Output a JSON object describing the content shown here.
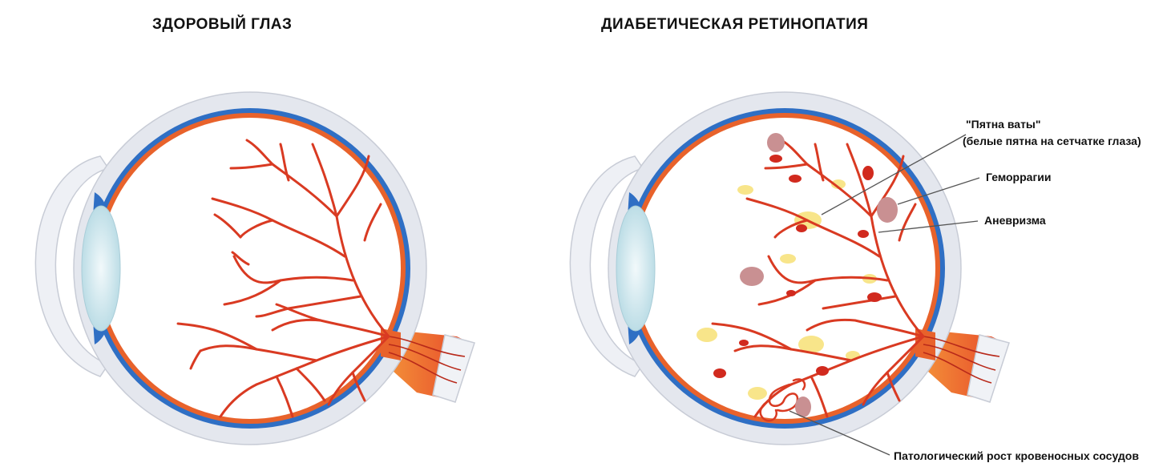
{
  "titles": {
    "healthy": "ЗДОРОВЫЙ ГЛАЗ",
    "diabetic": "ДИАБЕТИЧЕСКАЯ РЕТИНОПАТИЯ"
  },
  "labels": {
    "cotton_wool_title": "\"Пятна ваты\"",
    "cotton_wool_desc": "(белые пятна на сетчатке глаза)",
    "hemorrhages": "Геморрагии",
    "aneurysm": "Аневризма",
    "neovascularization": "Патологический рост кровеносных сосудов"
  },
  "colors": {
    "sclera": "#e4e7ee",
    "choroid_blue": "#2f6fc4",
    "retina_orange": "#e8622b",
    "vessel_red": "#d93a22",
    "lens": "#d6eaf0",
    "optic_nerve": "#e8552a",
    "exudate_yellow": "#f8e58a",
    "hemorrhage_red": "#d12a1e",
    "cotton_spot": "#c99092"
  }
}
